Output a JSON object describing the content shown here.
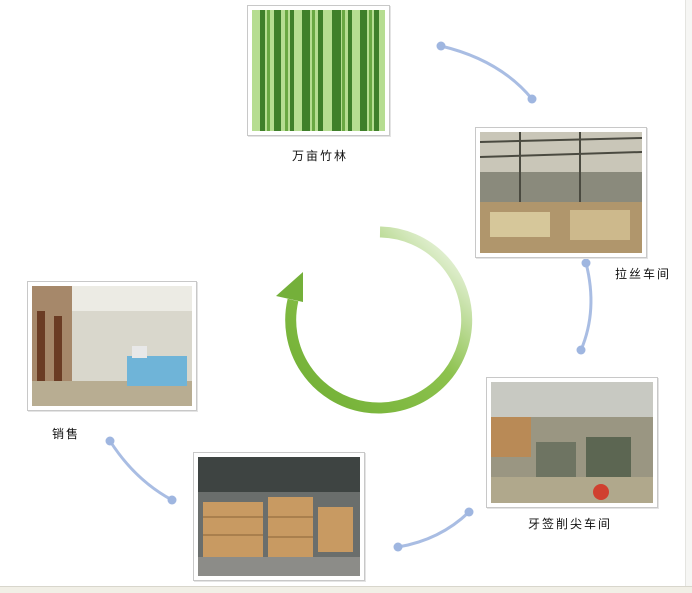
{
  "stages": [
    {
      "label": "万亩竹林",
      "photo": "bamboo-forest"
    },
    {
      "label": "拉丝车间",
      "photo": "wire-drawing-workshop"
    },
    {
      "label": "牙签削尖车间",
      "photo": "toothpick-sharpening-workshop"
    },
    {
      "label": "",
      "photo": "warehouse"
    },
    {
      "label": "销售",
      "photo": "sales-office"
    }
  ],
  "colors": {
    "arrow": "#7ab43c",
    "connector": "#a9bde3",
    "frame": "#c8c8c8"
  }
}
